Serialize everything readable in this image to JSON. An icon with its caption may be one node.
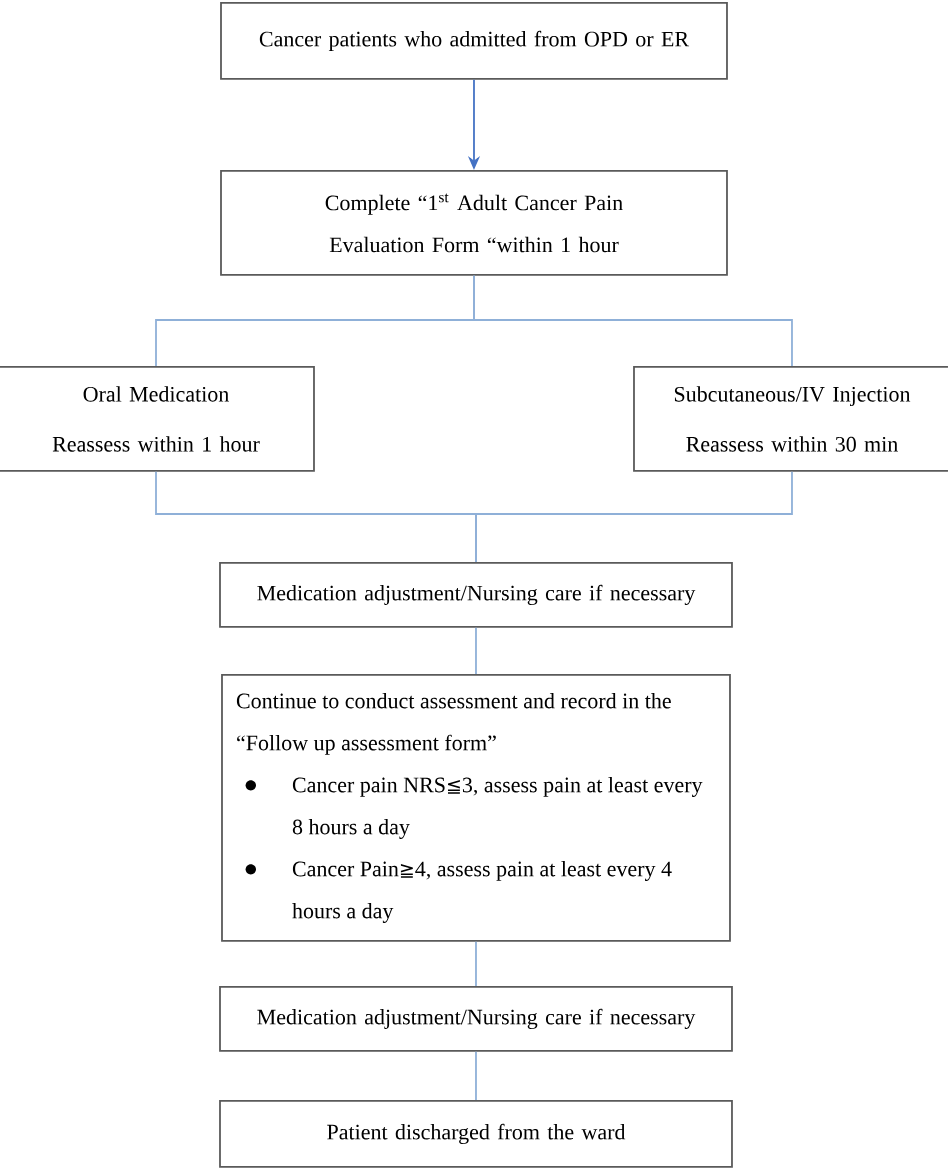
{
  "diagram": {
    "nodes": [
      {
        "text": [
          "Cancer patients who admitted from OPD or ER"
        ]
      },
      {
        "text": [
          "Complete “1$^{st}$ Adult Cancer Pain Evaluation Form “within 1 hour"
        ]
      },
      {
        "text": [
          "Oral Medication",
          "Reassess within 1 hour"
        ]
      },
      {
        "text": [
          "Subcutaneous/IV Injection",
          "Reassess within 30 min"
        ]
      },
      {
        "text": [
          "Medication adjustment/Nursing care if necessary"
        ]
      },
      {
        "text": [
          "Continue to conduct assessment and record in the “Follow up assessment form”",
          "Cancer pain NRS≦3, assess pain at least every 8 hours a day",
          "Cancer Pain≧4, assess pain at least every 4 hours a day"
        ]
      },
      {
        "text": [
          "Medication adjustment/Nursing care if necessary"
        ]
      },
      {
        "text": [
          "Patient discharged from the ward"
        ]
      }
    ],
    "edges": [
      {
        "from": 0,
        "to": 1,
        "arrow": "to",
        "color": "#4472c4"
      },
      {
        "from": 1,
        "to": 2,
        "arrow": "none"
      },
      {
        "from": 1,
        "to": 3,
        "arrow": "none"
      },
      {
        "from": 2,
        "to": 4,
        "arrow": "none"
      },
      {
        "from": 3,
        "to": 4,
        "arrow": "none"
      },
      {
        "from": 4,
        "to": 5,
        "arrow": "none"
      },
      {
        "from": 5,
        "to": 6,
        "arrow": "none"
      },
      {
        "from": 6,
        "to": 7,
        "arrow": "none"
      }
    ]
  }
}
